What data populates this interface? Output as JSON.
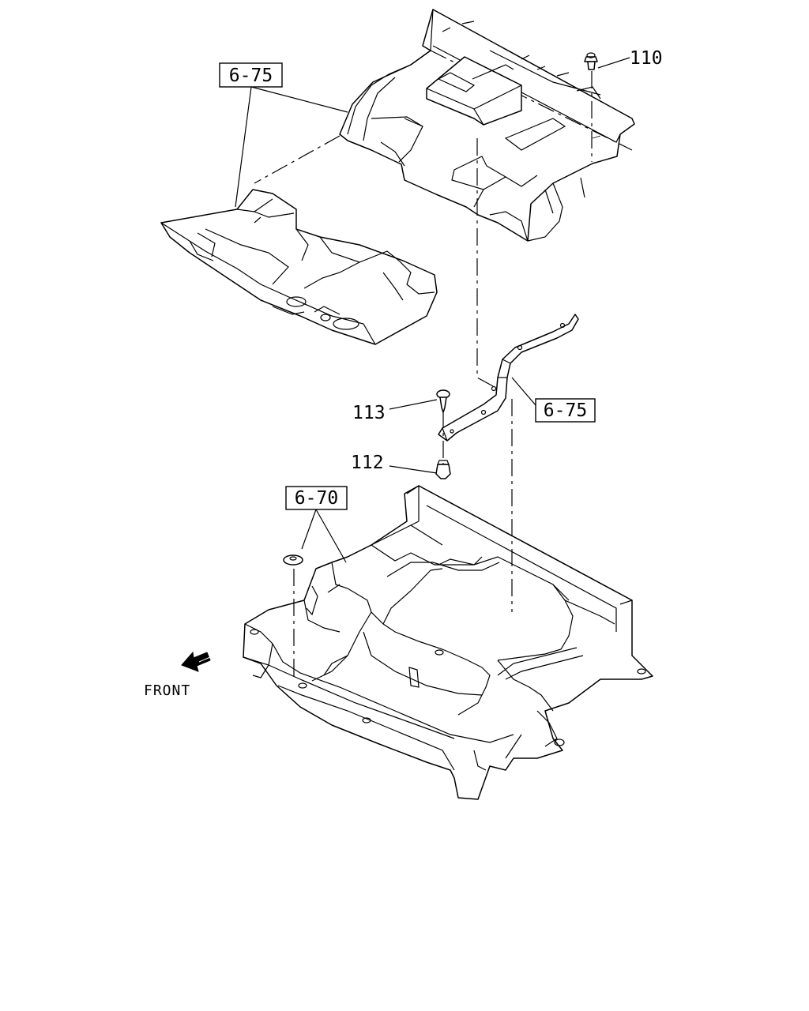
{
  "labels": {
    "ref_upper": "6-75",
    "ref_bracket": "6-75",
    "ref_lower": "6-70",
    "part_110": "110",
    "part_113": "113",
    "part_112": "112",
    "front": "FRONT"
  }
}
